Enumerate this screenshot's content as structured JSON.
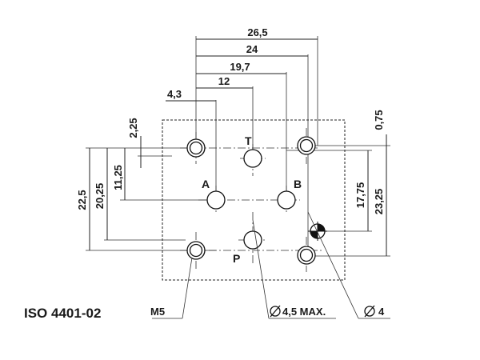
{
  "standard": "ISO 4401-02",
  "ports": {
    "T": "T",
    "A": "A",
    "B": "B",
    "P": "P"
  },
  "top_dims": {
    "d1": "26,5",
    "d2": "24",
    "d3": "19,7",
    "d4": "12",
    "d5": "4,3"
  },
  "left_dims": {
    "d1": "2,25",
    "d2": "11,25",
    "d3": "20,25",
    "d4": "22,5"
  },
  "right_dims": {
    "d1": "0,75",
    "d2": "17,75",
    "d3": "23,25"
  },
  "callouts": {
    "thread": "M5",
    "port_dia": "4,5 MAX.",
    "pin_dia": "4"
  }
}
